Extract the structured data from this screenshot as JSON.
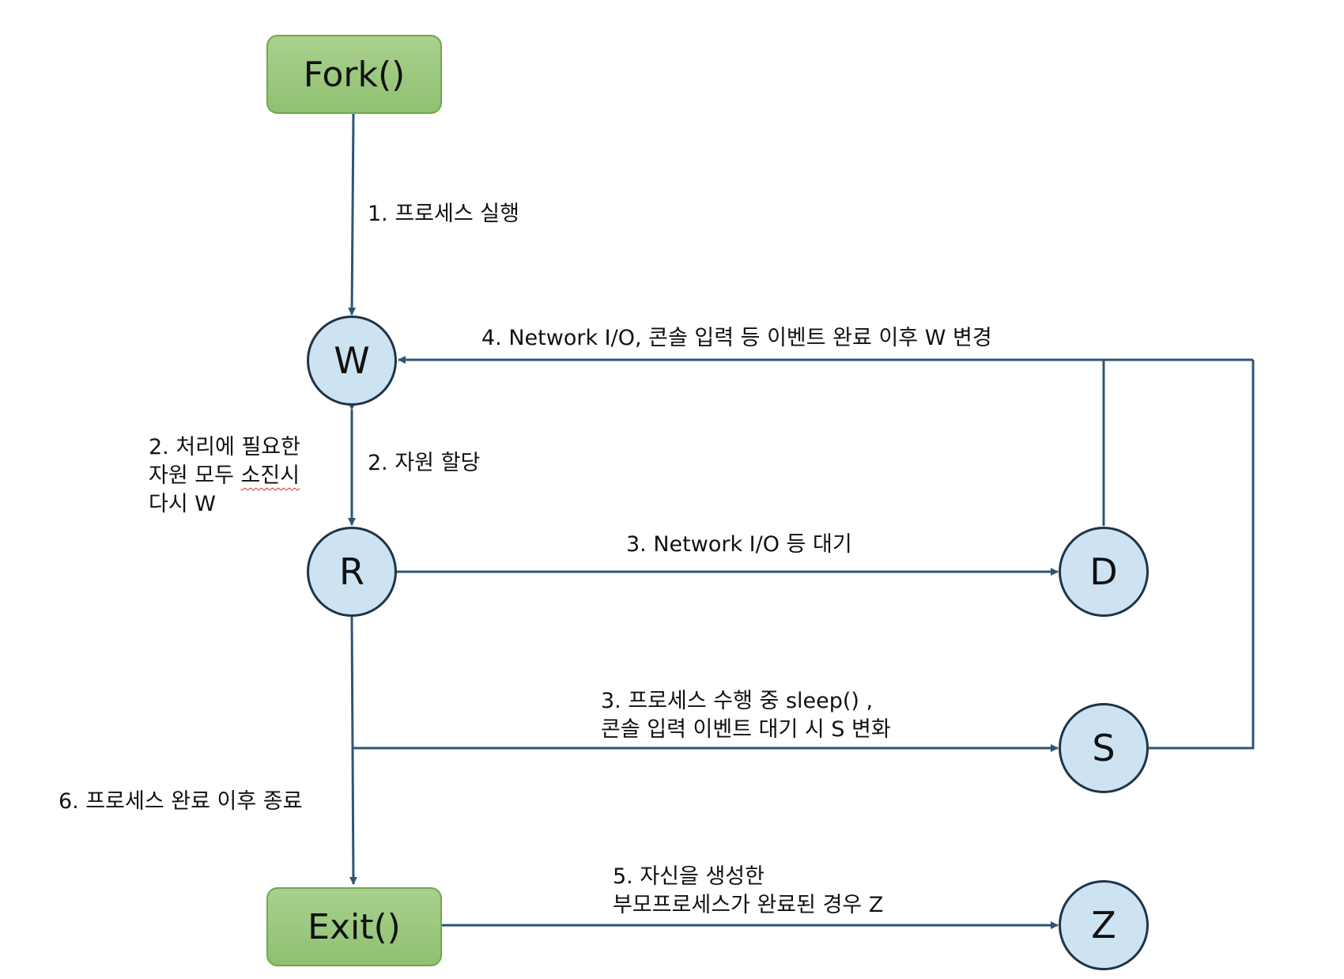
{
  "boxes": {
    "fork": "Fork()",
    "exit": "Exit()"
  },
  "nodes": {
    "w": "W",
    "r": "R",
    "d": "D",
    "s": "S",
    "z": "Z"
  },
  "edges": {
    "fork_to_w": "1. 프로세스 실행",
    "w_to_r": "2. 자원 할당",
    "r_to_w_line1": "2. 처리에 필요한",
    "r_to_w_line2_a": "자원 모두 ",
    "r_to_w_line2_b": "소진시",
    "r_to_w_line3": "다시 W",
    "r_to_d": "3. Network I/O 등 대기",
    "r_to_s_line1": "3. 프로세스 수행 중 sleep() ,",
    "r_to_s_line2": "콘솔 입력 이벤트 대기 시 S 변화",
    "ds_to_w": "4. Network I/O, 콘솔 입력 등 이벤트 완료 이후 W 변경",
    "exit_to_z_line1": "5. 자신을 생성한",
    "exit_to_z_line2": "부모프로세스가 완료된 경우 Z",
    "r_to_exit": "6. 프로세스 완료 이후 종료"
  },
  "colors": {
    "arrow": "#2e5577",
    "node_fill": "#cde3f2",
    "node_border": "#1f3448",
    "box_fill": "#a9d18e",
    "box_border": "#6fa84e",
    "spellcheck_underline": "#e02020"
  }
}
